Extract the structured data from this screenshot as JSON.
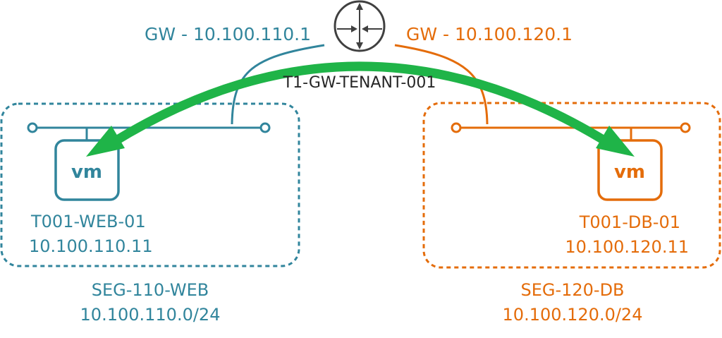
{
  "colors": {
    "web": "#31859c",
    "db": "#e46c0a",
    "arrow": "#1fb448",
    "router": "#404040",
    "router_label": "#262626"
  },
  "router": {
    "name": "T1-GW-TENANT-001",
    "icon": "router-icon"
  },
  "gateways": {
    "web": "GW - 10.100.110.1",
    "db": "GW - 10.100.120.1"
  },
  "segments": {
    "web": {
      "name": "SEG-110-WEB",
      "subnet": "10.100.110.0/24"
    },
    "db": {
      "name": "SEG-120-DB",
      "subnet": "10.100.120.0/24"
    }
  },
  "vms": {
    "web": {
      "icon_text": "vm",
      "name": "T001-WEB-01",
      "ip": "10.100.110.11"
    },
    "db": {
      "icon_text": "vm",
      "name": "T001-DB-01",
      "ip": "10.100.120.11"
    }
  }
}
